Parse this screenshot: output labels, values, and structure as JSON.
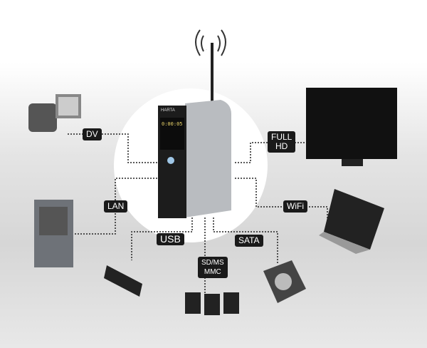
{
  "brand": "HARTA",
  "labels": {
    "dv": "DV",
    "full_hd_1": "FULL",
    "full_hd_2": "HD",
    "lan": "LAN",
    "wifi": "WiFi",
    "usb": "USB",
    "sd_1": "SD/MS",
    "sd_2": "MMC",
    "sata": "SATA"
  },
  "display": {
    "digits": "0:00:05"
  }
}
